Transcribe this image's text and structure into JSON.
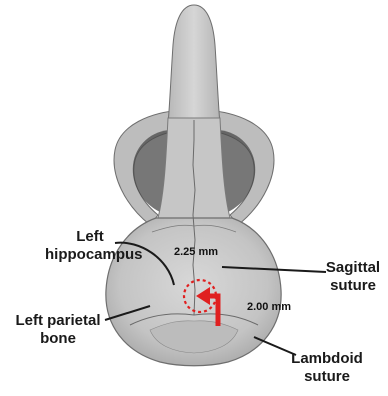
{
  "labels": {
    "left_hippocampus": [
      "Left",
      "hippocampus"
    ],
    "sagittal_suture": [
      "Sagittal",
      "suture"
    ],
    "left_parietal_bone": [
      "Left parietal",
      "bone"
    ],
    "lambdoid_suture": [
      "Lambdoid",
      "suture"
    ]
  },
  "measurements": {
    "lateral": "2.25 mm",
    "posterior": "2.00 mm"
  },
  "colors": {
    "skull_fill": "#c9c9c9",
    "skull_shade": "#9a9a9a",
    "skull_outline": "#6e6e6e",
    "target_marker": "#e02020",
    "leader_line": "#1a1a1a"
  }
}
